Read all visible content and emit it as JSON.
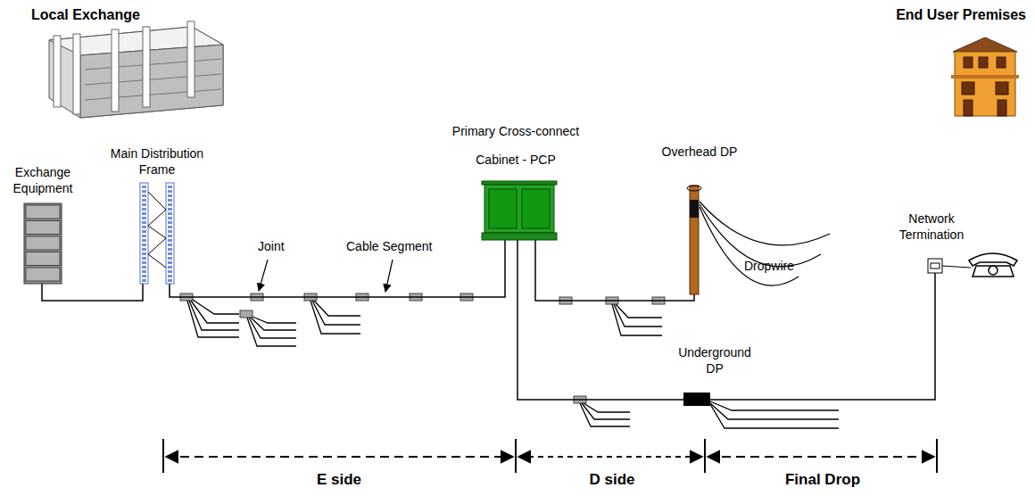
{
  "diagram": {
    "nodes": [
      {
        "text": [
          "Exchange Equipment"
        ]
      },
      {
        "text": [
          "Main Distribution Frame"
        ]
      },
      {
        "text": [
          "Primary Cross-connect Cabinet - PCP"
        ]
      },
      {
        "text": [
          "Overhead DP"
        ]
      },
      {
        "text": [
          "Underground DP"
        ]
      },
      {
        "text": [
          "Network Termination"
        ]
      }
    ],
    "edges": [
      {
        "from": 0,
        "to": 1,
        "arrow": "none"
      },
      {
        "from": 1,
        "to": 2,
        "arrow": "none"
      },
      {
        "from": 2,
        "to": 3,
        "arrow": "none"
      },
      {
        "from": 2,
        "to": 4,
        "arrow": "none"
      },
      {
        "from": 4,
        "to": 5,
        "arrow": "none"
      }
    ],
    "labels": [
      "Local Exchange",
      "End User Premises",
      "Joint",
      "Cable Segment",
      "Dropwire",
      "E side",
      "D side",
      "Final Drop"
    ]
  }
}
